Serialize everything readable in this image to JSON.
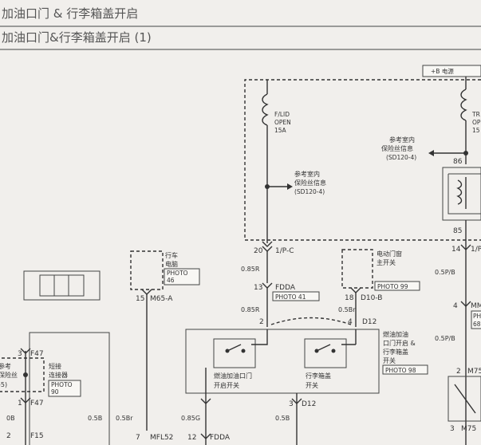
{
  "header": {
    "line1": "加油口门 & 行李箱盖开启",
    "line2": "加油口门&行李箱盖开启 (1)"
  },
  "top_right_box": "+B 电源",
  "fuse_left": {
    "l1": "F/LID",
    "l2": "OPEN",
    "l3": "15A"
  },
  "fuse_right": {
    "l1": "TR",
    "l2": "OP",
    "l3": "15"
  },
  "ref_fuse_1": {
    "l1": "参考室内",
    "l2": "保险丝信息",
    "l3": "(SD120-4)"
  },
  "ref_fuse_2": {
    "l1": "参考室内",
    "l2": "保险丝信息",
    "l3": "(SD120-4)"
  },
  "pins": {
    "p20": "20",
    "ip_c": "1/P-C",
    "p13": "13",
    "fdda": "FDDA",
    "p2": "2",
    "p4": "4",
    "d12": "D12",
    "p18": "18",
    "d10b": "D10-B",
    "p15": "15",
    "m65a": "M65-A",
    "p3": "3",
    "f47a": "F47",
    "f47b": "F47",
    "p2b": "2",
    "f15": "F15",
    "p1": "1",
    "p7": "7",
    "mfl52": "MFL52",
    "p12": "12",
    "fdda2": "FDDA",
    "p3b": "3",
    "d12b": "D12",
    "p86": "86",
    "p85": "85",
    "p14": "14",
    "ip_right": "1/P",
    "p4b": "4",
    "mm": "MM",
    "p2c": "2",
    "m75a": "M75",
    "p3c": "3",
    "m75b": "M75"
  },
  "wires": {
    "w_085r_a": "0.85R",
    "w_085r_b": "0.85R",
    "w_05br": "0.5Br",
    "w_05b": "0.5B",
    "w_05br2": "0.5Br",
    "w_085g": "0.85G",
    "w_05b2": "0.5B",
    "w_05pb": "0.5P/B",
    "w_05pb2": "0.5P/B",
    "w_db": "0B"
  },
  "components": {
    "ecu": {
      "l1": "行车",
      "l2": "电脑",
      "photo": "PHOTO",
      "num": "46"
    },
    "window_switch": {
      "l1": "电动门窗",
      "l2": "主开关",
      "photo": "PHOTO 99"
    },
    "photo41": "PHOTO 41",
    "combo": {
      "l1": "燃油加油",
      "l2": "口门开启 &",
      "l3": "行李箱盖",
      "l4": "开关",
      "photo": "PHOTO 98"
    },
    "fuel_sw": {
      "l1": "燃油加油口门",
      "l2": "开启开关"
    },
    "trunk_sw": {
      "l1": "行李箱盖",
      "l2": "开关"
    },
    "short_conn": {
      "l1": "短接",
      "l2": "连接器",
      "photo": "PHOTO",
      "num": "90"
    },
    "left_cut": {
      "l1": "参考",
      "l2": "保险丝",
      "l3": "-5)"
    },
    "photo_right": {
      "l1": "PH",
      "l2": "68"
    }
  }
}
